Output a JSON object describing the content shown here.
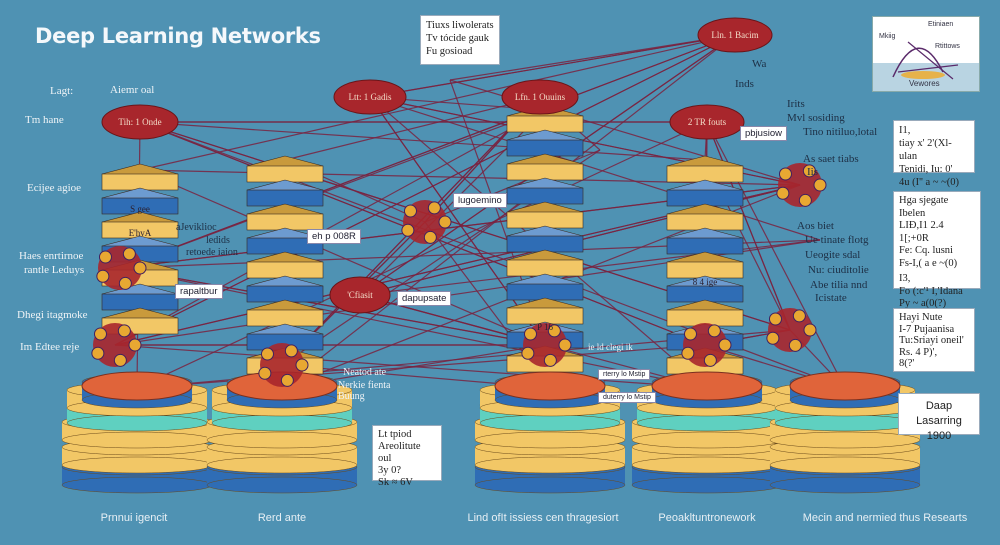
{
  "title": "Deep Learning Networks",
  "colors": {
    "background": "#4f92b3",
    "node": "#a8262c",
    "edge": "#7a2340",
    "stack_yellow": "#f2c766",
    "stack_blue": "#2f6db5",
    "cylinder_top": "#e0643a",
    "cylinder_teal": "#5fd0c0"
  },
  "nodes": [
    "Tih: 1 Onde",
    "Ltt: 1 Gadis",
    "Lfn. 1 Ouuins",
    "Lln. 1 Bacim",
    "2 TR fouts",
    "'Cfiasit"
  ],
  "callouts": {
    "top": [
      "Tiuxs liwolerats",
      "Tv tócide gauk",
      "Fu gosioad"
    ],
    "right1": [
      "I1,",
      "tiay x' 2'(Xl-ulan",
      "Tenidi, Iu: 0'",
      "4u (I'' a ~ ~(0)"
    ],
    "right2": [
      "Hga sjegate Ibelen",
      "LIĐ,I1 2.4 1[;+0R",
      "Fe: Cq. lusni",
      "Fs-I,( a e ~(0)",
      "I3,",
      "Fo (:c'¹ I,'Idana",
      "Py ~ a(0(?)"
    ],
    "right3": [
      "Hayi Nute",
      "I-7 Pujaanisa",
      "Tu:Sriayi oneil'",
      "Rs. 4 P)',",
      "8(?'"
    ],
    "right4": [
      "Daap Lasarring",
      "1900"
    ],
    "bottom_box": [
      "Lt tpiod",
      "Areolitute oul",
      "3y 0?",
      "Sk ≈ 6V"
    ]
  },
  "tags": [
    "rapaltbur",
    "eh p 008R",
    "lugoemino",
    "dapupsate",
    "pbjusiow",
    "rterry lo Mstip",
    "duterry lo Mstip"
  ],
  "left_labels": [
    "Lagt:",
    "Aiemr oal",
    "Tm hane",
    "Ecijee agioe",
    "Haes enrtirnoe",
    "rantle Leduys",
    "Dhegi itagmoke",
    "Im Edtee reje"
  ],
  "mid_labels": [
    "aJeviklioc",
    "ledids",
    "retoede iaion",
    "Neatod ate",
    "Nerkie fienta",
    "Buung",
    "ie ld clegi ik"
  ],
  "right_labels": [
    "Wa",
    "Inds",
    "Irits",
    "Mvl sosiding",
    "Tino nitiluo,lotal",
    "As saet tiabs",
    "Iis",
    "Aos biet",
    "Ue tinate flotg",
    "Ueogite sdal",
    "Nu: ciuditolie",
    "Abe tilia nnd",
    "Icistate"
  ],
  "inset": {
    "labels": [
      "Etiniaen",
      "Mkiig",
      "Rtittows"
    ],
    "caption": "Vewores"
  },
  "stack_labels": [
    "S gee",
    "E'hvA",
    "P 16",
    "8 4 ige"
  ],
  "bottom_labels": [
    "Prnnui igencit",
    "Rerd ante",
    "Lind ofIt issiess cen thragesiort",
    "Peoakltuntronework",
    "Mecin and nermied thus Researts"
  ]
}
